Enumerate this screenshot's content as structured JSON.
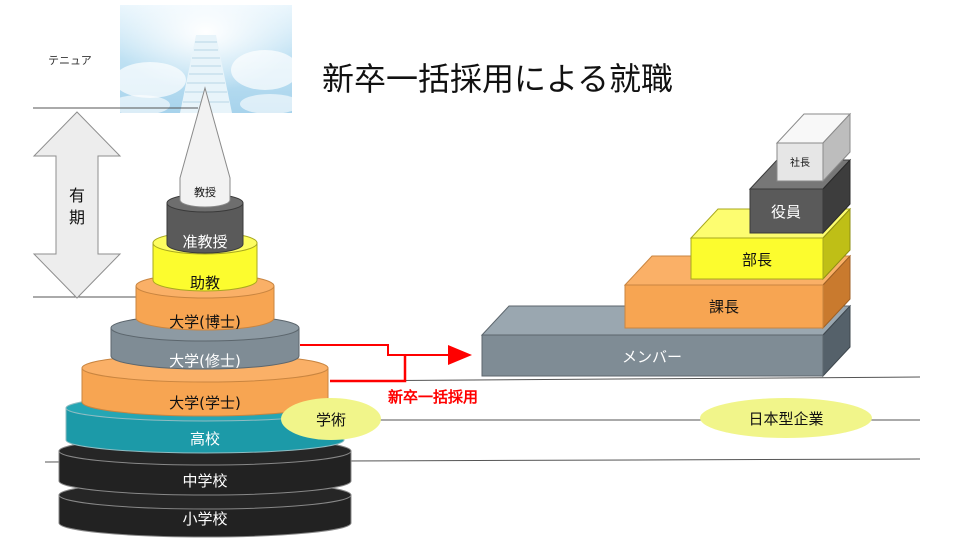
{
  "title": "新卒一括採用による就職",
  "left_labels": {
    "tenure": "テニュア",
    "fixed_term": "有期"
  },
  "academic_tiers": [
    {
      "key": "professor",
      "label": "教授"
    },
    {
      "key": "assoc_professor",
      "label": "准教授"
    },
    {
      "key": "assistant_professor",
      "label": "助教"
    },
    {
      "key": "doctor",
      "label": "大学(博士)"
    },
    {
      "key": "master",
      "label": "大学(修士)"
    },
    {
      "key": "bachelor",
      "label": "大学(学士)"
    },
    {
      "key": "high_school",
      "label": "高校"
    },
    {
      "key": "junior_high",
      "label": "中学校"
    },
    {
      "key": "elementary",
      "label": "小学校"
    }
  ],
  "academia_label": "学術",
  "company_label": "日本型企業",
  "hiring_label": "新卒一括採用",
  "company_tiers": [
    {
      "key": "president",
      "label": "社長"
    },
    {
      "key": "executive",
      "label": "役員"
    },
    {
      "key": "department_head",
      "label": "部長"
    },
    {
      "key": "section_chief",
      "label": "課長"
    },
    {
      "key": "member",
      "label": "メンバー"
    }
  ],
  "colors": {
    "gray_dark": "#5a5a5a",
    "gray_blue": "#7f8c95",
    "orange": "#f7a552",
    "yellow": "#fcfc2e",
    "teal": "#1c9aa8",
    "black": "#222222",
    "red": "#ff0000",
    "ellipse": "#f1f58a"
  }
}
